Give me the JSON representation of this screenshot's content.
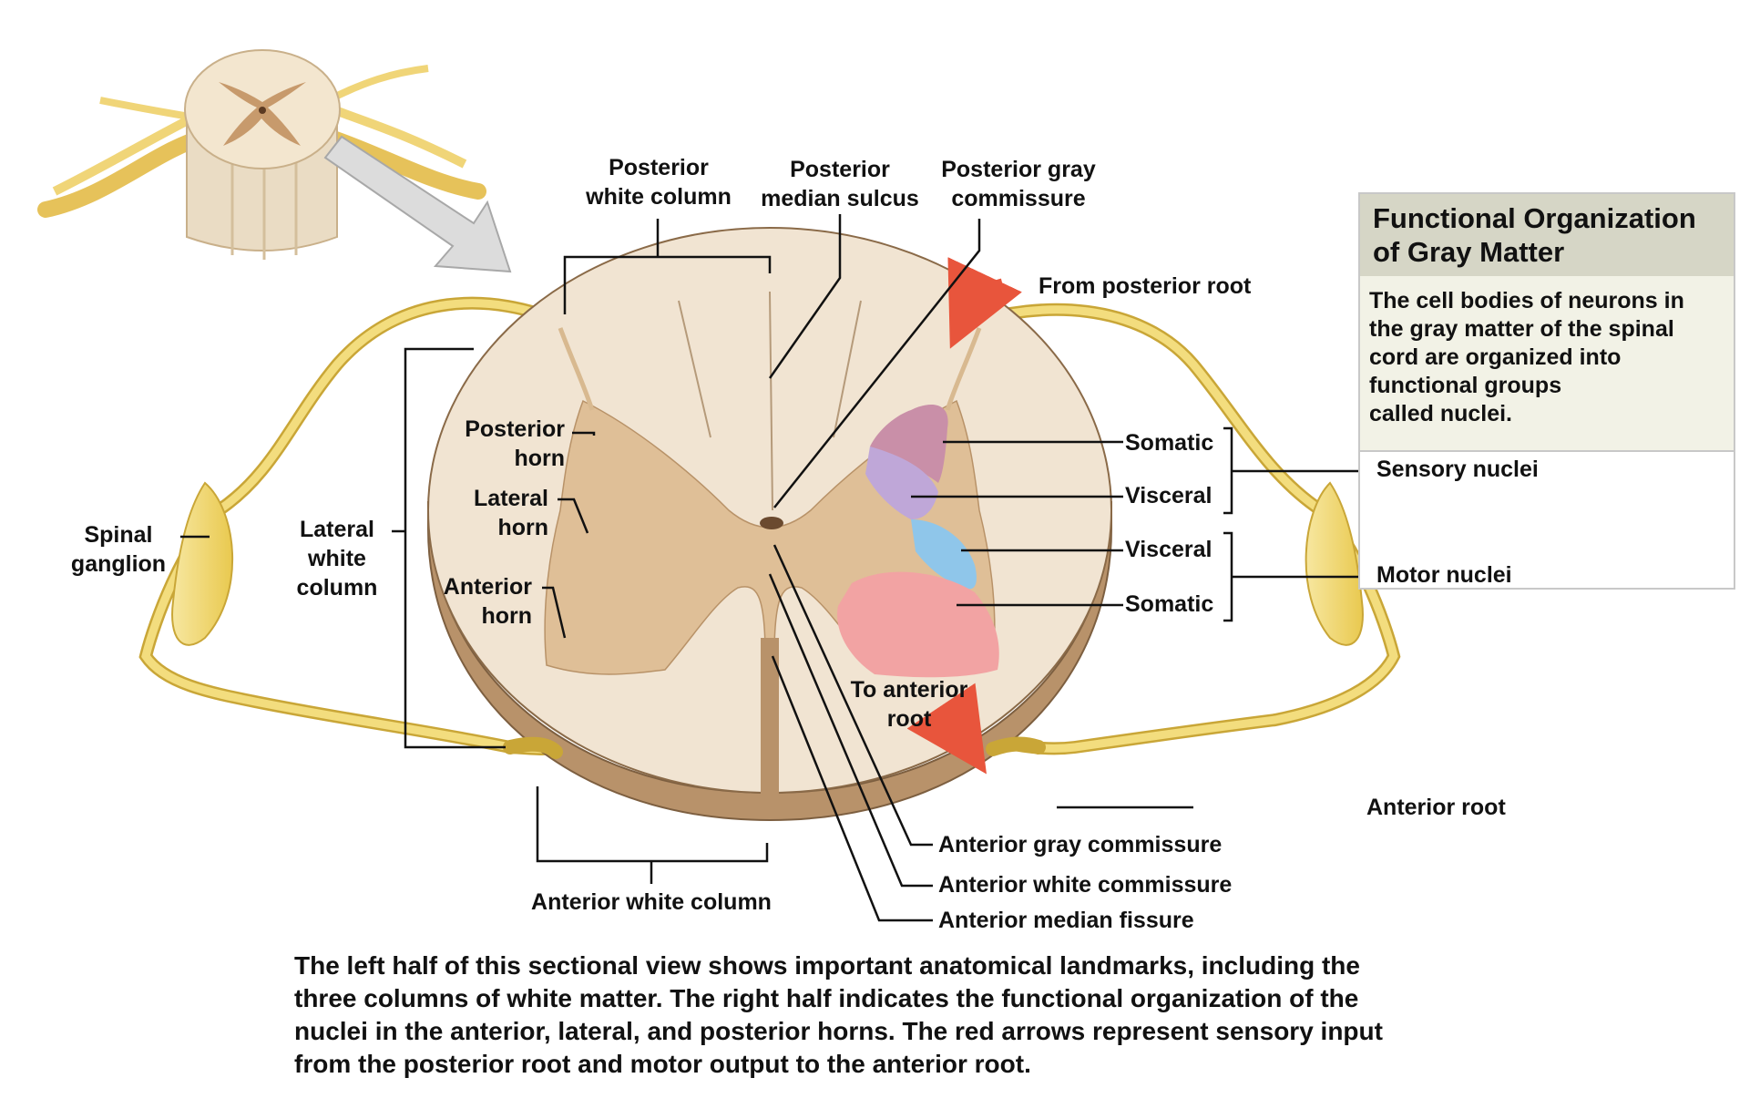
{
  "box": {
    "title": "Functional Organization\nof Gray Matter",
    "text": "The cell bodies of neurons in\nthe gray matter of the spinal\ncord are organized into\nfunctional groups\ncalled nuclei.",
    "sensory_label": "Sensory nuclei",
    "motor_label": "Motor nuclei"
  },
  "labels": {
    "posterior_white_column": "Posterior\nwhite column",
    "posterior_median_sulcus": "Posterior\nmedian sulcus",
    "posterior_gray_commissure": "Posterior gray\ncommissure",
    "from_posterior_root": "From posterior root",
    "posterior_horn": "Posterior\nhorn",
    "lateral_horn": "Lateral\nhorn",
    "anterior_horn": "Anterior\nhorn",
    "lateral_white_column": "Lateral\nwhite\ncolumn",
    "spinal_ganglion": "Spinal\nganglion",
    "somatic_top": "Somatic",
    "visceral_top": "Visceral",
    "visceral_bottom": "Visceral",
    "somatic_bottom": "Somatic",
    "to_anterior_root": "To anterior\nroot",
    "anterior_root": "Anterior root",
    "anterior_gray_commissure": "Anterior gray commissure",
    "anterior_white_commissure": "Anterior white commissure",
    "anterior_median_fissure": "Anterior median fissure",
    "anterior_white_column": "Anterior white column"
  },
  "caption": "The left half of this sectional view shows important anatomical landmarks, including the\nthree columns of white matter. The right half indicates the functional organization of the\nnuclei in the anterior, lateral, and posterior horns. The red arrows represent sensory input\nfrom the posterior root and motor output to the anterior root.",
  "colors": {
    "white_matter": "#f1e4d2",
    "gray_matter": "#dfbf97",
    "cord_side": "#b8926a",
    "nerve": "#f3dd7e",
    "nerve_outline": "#c9a637",
    "somatic_sensory": "#c98fa8",
    "visceral_sensory": "#bfa7d8",
    "visceral_motor": "#8fc6ea",
    "somatic_motor": "#f2a3a3",
    "arrow_red": "#e8553c",
    "box_header": "#d6d6c6",
    "box_body": "#f2f2e6"
  }
}
